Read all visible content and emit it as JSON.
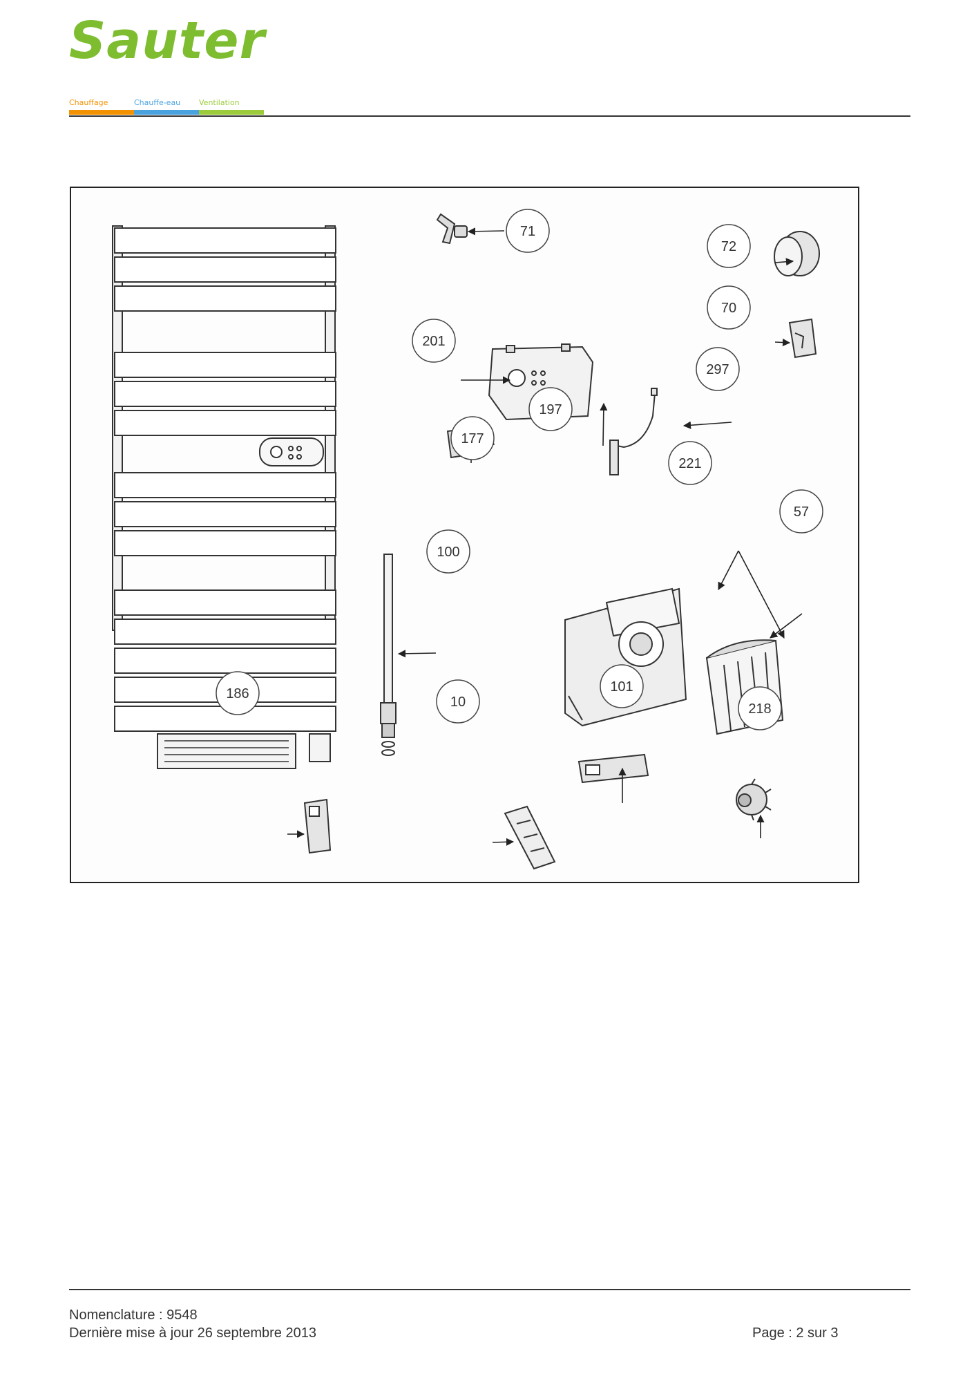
{
  "brand": {
    "logo_text": "Sauter",
    "logo_color": "#7dbd2f",
    "categories": [
      {
        "label": "Chauffage",
        "color": "#f39200"
      },
      {
        "label": "Chauffe-eau",
        "color": "#4aa3df"
      },
      {
        "label": "Ventilation",
        "color": "#9ccc3c"
      }
    ]
  },
  "diagram": {
    "callouts": [
      "71",
      "72",
      "70",
      "201",
      "297",
      "197",
      "177",
      "221",
      "57",
      "100",
      "101",
      "218",
      "186",
      "10"
    ]
  },
  "footer": {
    "nomenclature": "Nomenclature : 9548",
    "last_update": "Dernière mise à jour 26 septembre 2013",
    "page": "Page : 2 sur 3"
  }
}
